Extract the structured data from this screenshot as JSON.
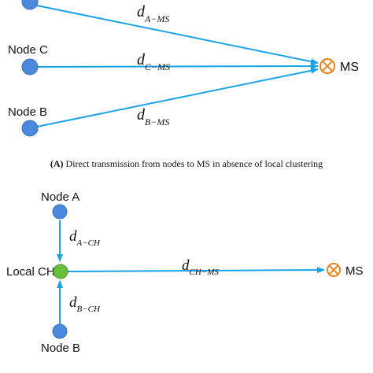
{
  "panel_a": {
    "nodes": {
      "node_c": "Node C",
      "node_b": "Node B"
    },
    "ms_label": "MS",
    "distances": {
      "a_ms": {
        "base": "d",
        "sub": "A−MS"
      },
      "c_ms": {
        "base": "d",
        "sub": "C−MS"
      },
      "b_ms": {
        "base": "d",
        "sub": "B−MS"
      }
    },
    "caption_tag": "(A)",
    "caption_text": " Direct transmission from nodes to MS in absence of local clustering"
  },
  "panel_b": {
    "nodes": {
      "node_a": "Node A",
      "local_ch": "Local CH",
      "node_b": "Node B"
    },
    "ms_label": "MS",
    "distances": {
      "a_ch": {
        "base": "d",
        "sub": "A−CH"
      },
      "ch_ms": {
        "base": "d",
        "sub": "CH−MS"
      },
      "b_ch": {
        "base": "d",
        "sub": "B−CH"
      }
    }
  },
  "colors": {
    "node": "#4a89dc",
    "cluster_head": "#6abf3a",
    "link": "#1aa3e8",
    "ms_symbol": "#f0821e"
  },
  "icons": {
    "ms": "circled-x-icon"
  }
}
